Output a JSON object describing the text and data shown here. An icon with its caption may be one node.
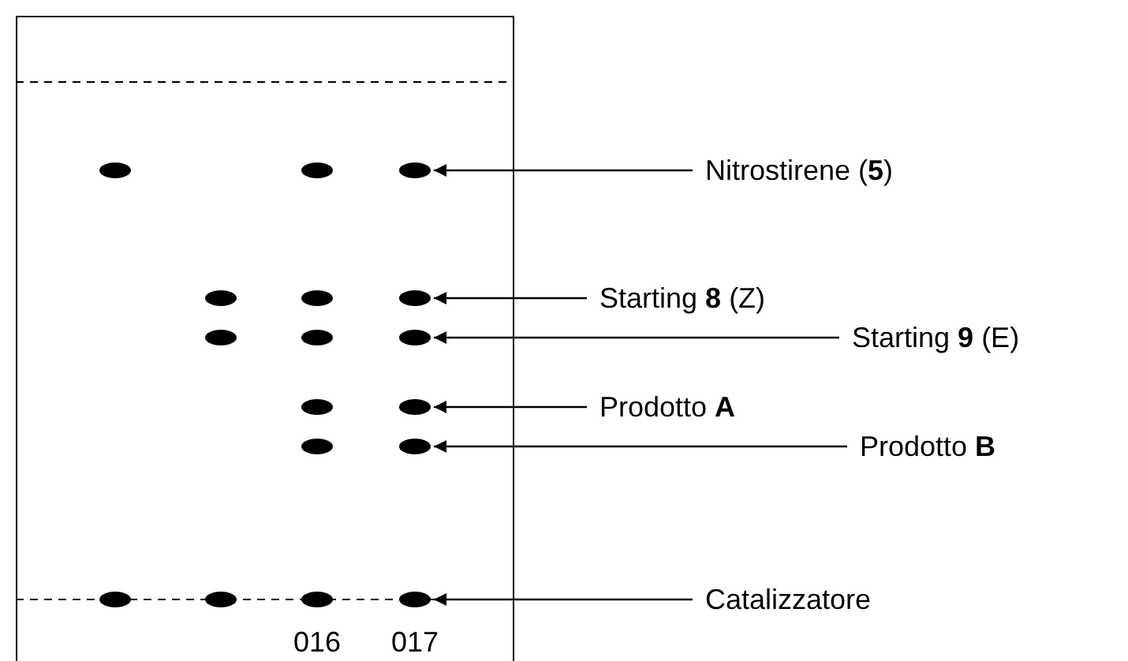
{
  "diagram": {
    "nodes": [
      {
        "text": [
          "Nitrostirene (**5**)"
        ]
      },
      {
        "text": [
          "Starting **8** (Z)"
        ]
      },
      {
        "text": [
          "Starting **9** (E)"
        ]
      },
      {
        "text": [
          "Prodotto **A**"
        ]
      },
      {
        "text": [
          "Prodotto **B**"
        ]
      },
      {
        "text": [
          "Catalizzatore"
        ]
      },
      {
        "text": [],
        "shape": "ellipse"
      },
      {
        "text": [],
        "shape": "ellipse"
      },
      {
        "text": [],
        "shape": "ellipse"
      },
      {
        "text": [],
        "shape": "ellipse"
      },
      {
        "text": [],
        "shape": "ellipse"
      },
      {
        "text": [],
        "shape": "ellipse"
      }
    ],
    "edges": [
      {
        "from": 0,
        "to": 6,
        "arrow": "to"
      },
      {
        "from": 1,
        "to": 7,
        "arrow": "to"
      },
      {
        "from": 2,
        "to": 8,
        "arrow": "to"
      },
      {
        "from": 3,
        "to": 9,
        "arrow": "to"
      },
      {
        "from": 4,
        "to": 10,
        "arrow": "to"
      },
      {
        "from": 5,
        "to": 11,
        "arrow": "to"
      }
    ],
    "labels": [
      "016",
      "017"
    ]
  }
}
